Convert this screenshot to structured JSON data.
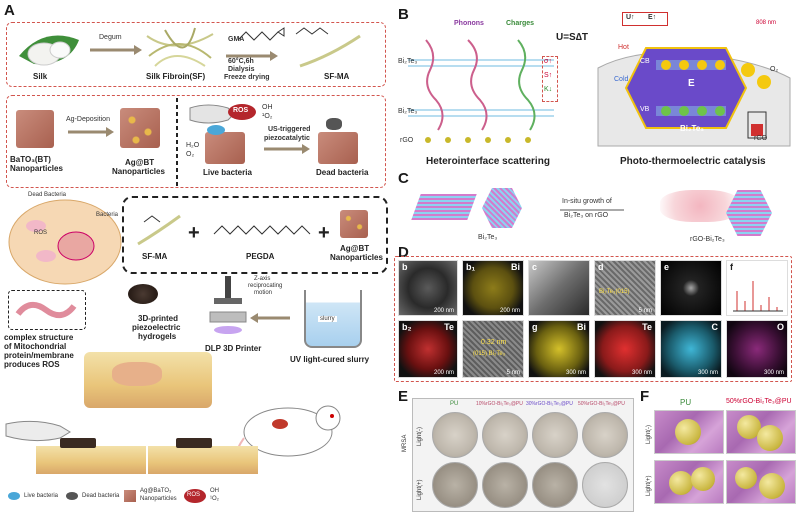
{
  "panels": {
    "A": "A",
    "B": "B",
    "C": "C",
    "D": "D",
    "E": "E",
    "F": "F"
  },
  "panel_a": {
    "row1": {
      "silk": "Silk",
      "degum": "Degum",
      "silk_fibroin": "Silk Fibroin(SF)",
      "gma": "GMA",
      "cond1": "60°C,6h",
      "cond2": "Dialysis",
      "cond3": "Freeze drying",
      "sfma": "SF-MA"
    },
    "row2": {
      "bato3": "BaTO₃(BT)",
      "bato3_sub": "Nanoparticles",
      "ag_dep": "Ag-Deposition",
      "agbt": "Ag@BT",
      "agbt_sub": "Nanoparticles",
      "ros": "ROS",
      "oh": "OH",
      "o2": "¹O₂",
      "h2o": "H₂O",
      "o2b": "O₂",
      "us1": "US-triggered",
      "us2": "piezocatalytic",
      "live": "Live bacteria",
      "dead": "Dead bacteria"
    },
    "row3": {
      "dead_bacteria": "Dead Bacteria",
      "bacteria": "Bacteria",
      "ros": "ROS",
      "sfma": "SF-MA",
      "pegda": "PEGDA",
      "agbt": "Ag@BT",
      "agbt_sub": "Nanoparticles",
      "zaxis1": "Z-axis",
      "zaxis2": "reciprocating",
      "zaxis3": "motion",
      "printed1": "3D-printed",
      "printed2": "piezoelectric",
      "printed3": "hydrogels",
      "dlp": "DLP 3D Printer",
      "slurry_tag": "slurry",
      "uv": "UV light-cured slurry",
      "mito1": "complex structure",
      "mito2": "of Mitochondrial",
      "mito3": "protein/membrane",
      "mito4": "produces ROS"
    },
    "legend": {
      "live": "Live bacteria",
      "dead": "Dead bacteria",
      "agbt1": "Ag@BaTO₃",
      "agbt2": "Nanoparticles",
      "ros": "ROS",
      "oh": "OH",
      "o2": "¹O₂"
    }
  },
  "panel_b": {
    "phonons": "Phonons",
    "charges": "Charges",
    "bi2te3_a": "Bi₂Te₃",
    "bi2te3_b": "Bi₂Te₃",
    "rgo": "rGO",
    "equation": "U=S∆T",
    "sigma": "σ↑",
    "s": "S↑",
    "k": "K↓",
    "heterointerface": "Heterointerface scattering",
    "photothermo": "Photo-thermoelectric catalysis",
    "ue": "U↑",
    "ee": "E↑",
    "hot": "Hot",
    "cold": "Cold",
    "cb": "CB",
    "vb": "VB",
    "e_field": "E",
    "bi_label": "Bi₂Te₃",
    "rgo_label": "rGO",
    "nm": "808 nm",
    "o2": "O₂"
  },
  "panel_c": {
    "bi2te3": "Bi₂Te₃",
    "insitu": "In-situ growth of",
    "insitu2": "Bi₂Te₃ on rGO",
    "rgobi": "rGO-Bi₂Te₃"
  },
  "panel_d": {
    "b": "b",
    "b1": "b₁",
    "b1_el": "Bi",
    "b2": "b₂",
    "b2_el": "Te",
    "c": "c",
    "d": "d",
    "e": "e",
    "f": "f",
    "g": "g",
    "g_bi": "Bi",
    "g_te": "Te",
    "g_c": "C",
    "g_o": "O",
    "sb200": "200 nm",
    "sb5": "5 nm",
    "sb300": "300 nm",
    "bi_d1": "Bi₂Te₃(015)",
    "bi_d2": "0.32 nm",
    "bi_d3": "(015) Bi₂Te₃"
  },
  "panel_e": {
    "cols": [
      "PU",
      "10%rGO-Bi₂Te₃@PU",
      "30%rGO-Bi₂Te₃@PU",
      "50%rGO-Bi₂Te₃@PU"
    ],
    "mrsa": "MRSA",
    "light_neg": "Light(-)",
    "light_pos": "Light(+)"
  },
  "panel_f": {
    "pu": "PU",
    "rgo": "50%rGO-Bi₂Te₃@PU",
    "light_neg": "Light(-)",
    "light_pos": "Light(+)"
  },
  "colors": {
    "dash_red": "#d2554e",
    "rgo_gray": "#8a8a8a",
    "bi_yellow": "#d4c02a",
    "te_red": "#d0302f",
    "c_cyan": "#2fa9c9",
    "o_magenta": "#b0359e"
  }
}
